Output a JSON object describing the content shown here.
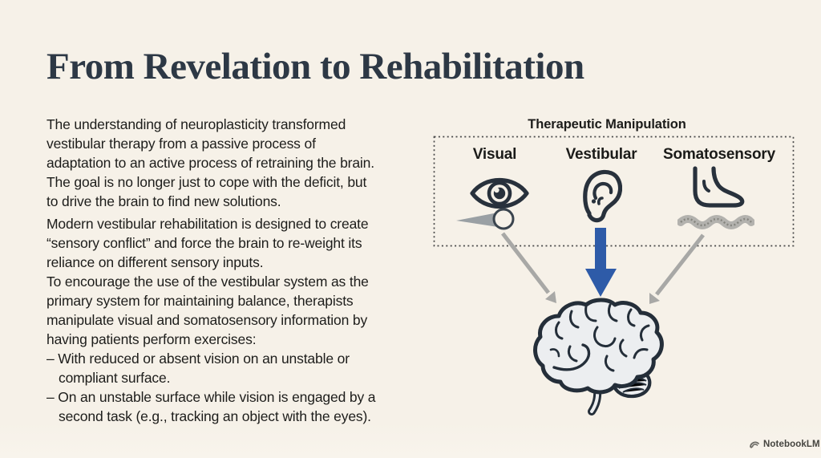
{
  "slide": {
    "title": "From Revelation to Rehabilitation",
    "body": {
      "paragraph1_lines": [
        "The understanding of neuroplasticity transformed",
        "vestibular therapy from a passive process of",
        "adaptation to an active process of retraining the brain.",
        "The goal is no longer just to cope with the deficit, but",
        "to drive the brain to find new solutions."
      ],
      "paragraph2_lines": [
        "Modern vestibular rehabilitation is designed to create",
        "“sensory conflict” and force the brain to re-weight its",
        "reliance on different sensory inputs.",
        "To encourage the use of the vestibular system as the",
        "primary system for maintaining balance, therapists",
        "manipulate visual and somatosensory information by",
        "having patients perform exercises:"
      ],
      "bullet1_lines": [
        "– With reduced or absent vision on an unstable or",
        "compliant surface."
      ],
      "bullet2_lines": [
        "– On an unstable surface while vision is engaged by a",
        "second task (e.g., tracking an object with the eyes)."
      ]
    }
  },
  "diagram": {
    "title": "Therapeutic Manipulation",
    "inputs": [
      {
        "label": "Visual",
        "icon": "eye-icon"
      },
      {
        "label": "Vestibular",
        "icon": "ear-icon"
      },
      {
        "label": "Somatosensory",
        "icon": "foot-icon"
      }
    ],
    "target": "brain",
    "colors": {
      "background": "#f6f1e8",
      "title_ink": "#2d3845",
      "body_ink": "#1d1d1b",
      "icon_stroke": "#28313c",
      "emphasis_arrow_blue": "#2e5ba8",
      "secondary_arrow_gray": "#a8a8a6",
      "dashed_border": "#474747"
    }
  },
  "footer": {
    "brand": "NotebookLM"
  }
}
